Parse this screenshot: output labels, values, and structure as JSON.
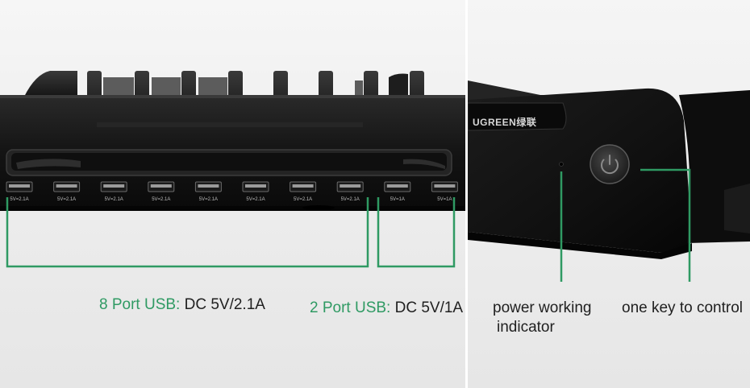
{
  "ports": {
    "fast": {
      "label": "5V=2.1A",
      "count": 8
    },
    "slow": {
      "label": "5V=1A",
      "count": 2
    }
  },
  "callouts": {
    "fast_group": {
      "name": "8 Port USB:",
      "spec": "DC 5V/2.1A"
    },
    "slow_group": {
      "name": "2 Port USB:",
      "spec": "DC 5V/1A"
    },
    "indicator": {
      "line1": "power working",
      "line2": "indicator"
    },
    "power_button": {
      "text": "one key to control"
    }
  },
  "brand": {
    "logo_text": "UGREEN绿联"
  },
  "colors": {
    "accent": "#2f9a63",
    "device": "#141414",
    "background": "#ececec"
  },
  "icons": {
    "power_button": "power-icon"
  }
}
